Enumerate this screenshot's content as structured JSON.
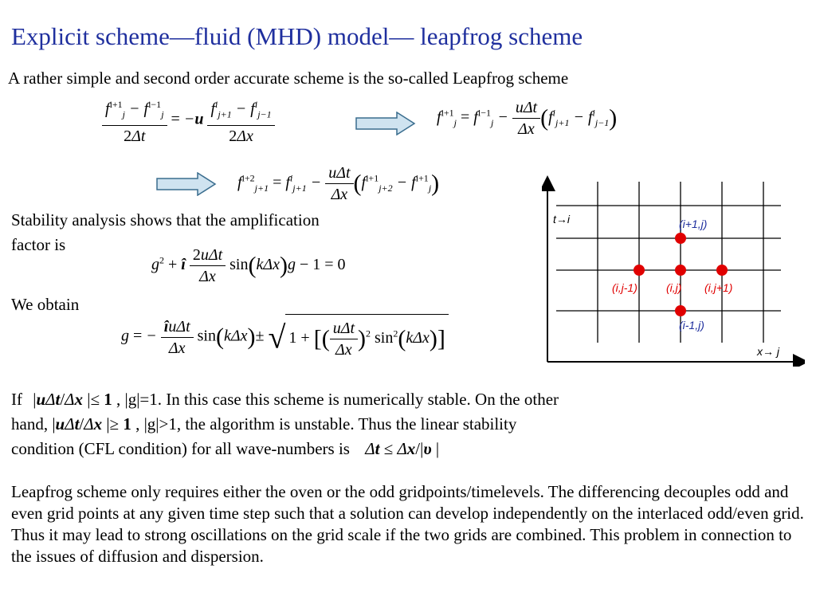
{
  "title": "Explicit scheme—fluid (MHD) model— leapfrog scheme",
  "intro": "A rather simple and second order accurate scheme is the so-called Leapfrog scheme",
  "stability_line1": "Stability analysis shows that the amplification",
  "stability_line2": "factor is",
  "we_obtain": "We obtain",
  "para1": {
    "if_word": "If",
    "part1": ", |g|=1. In this case this scheme is numerically stable. On the other",
    "hand_word": "hand,",
    "part2": ", |g|>1, the algorithm is unstable. Thus the linear stability",
    "part3": "condition (CFL condition) for all wave-numbers is"
  },
  "para2": "Leapfrog scheme only requires either the oven or the odd gridpoints/timelevels. The differencing decouples odd and even grid points at any given time step such that a solution can develop independently on the interlaced odd/even grid. Thus it may lead to strong oscillations on the grid scale if the two grids are combined. This problem in connection to the issues of diffusion and dispersion.",
  "grid": {
    "t_axis": "t→i",
    "x_axis": "x→ j",
    "labels": {
      "top": "(i+1,j)",
      "left": "(i,j-1)",
      "center": "(i,j)",
      "right": "(i,j+1)",
      "bottom": "(i-1,j)"
    },
    "colors": {
      "dot": "#e00000",
      "label_blue": "#1f2f9e",
      "label_red": "#e00000"
    }
  },
  "colors": {
    "title": "#1f2f9e",
    "arrow_fill": "#cfe3f0",
    "arrow_stroke": "#3a6d8e"
  }
}
